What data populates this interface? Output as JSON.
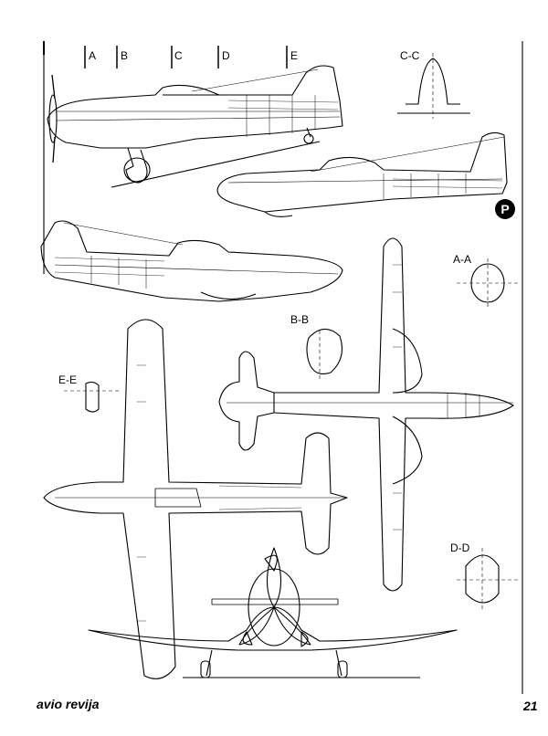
{
  "station_labels": [
    "A",
    "B",
    "C",
    "D",
    "E"
  ],
  "sections": {
    "cc": "C-C",
    "aa": "A-A",
    "bb": "B-B",
    "ee": "E-E",
    "dd": "D-D"
  },
  "logo_letter": "P",
  "footer": {
    "magazine_title": "avio revija",
    "page_number": "21"
  }
}
